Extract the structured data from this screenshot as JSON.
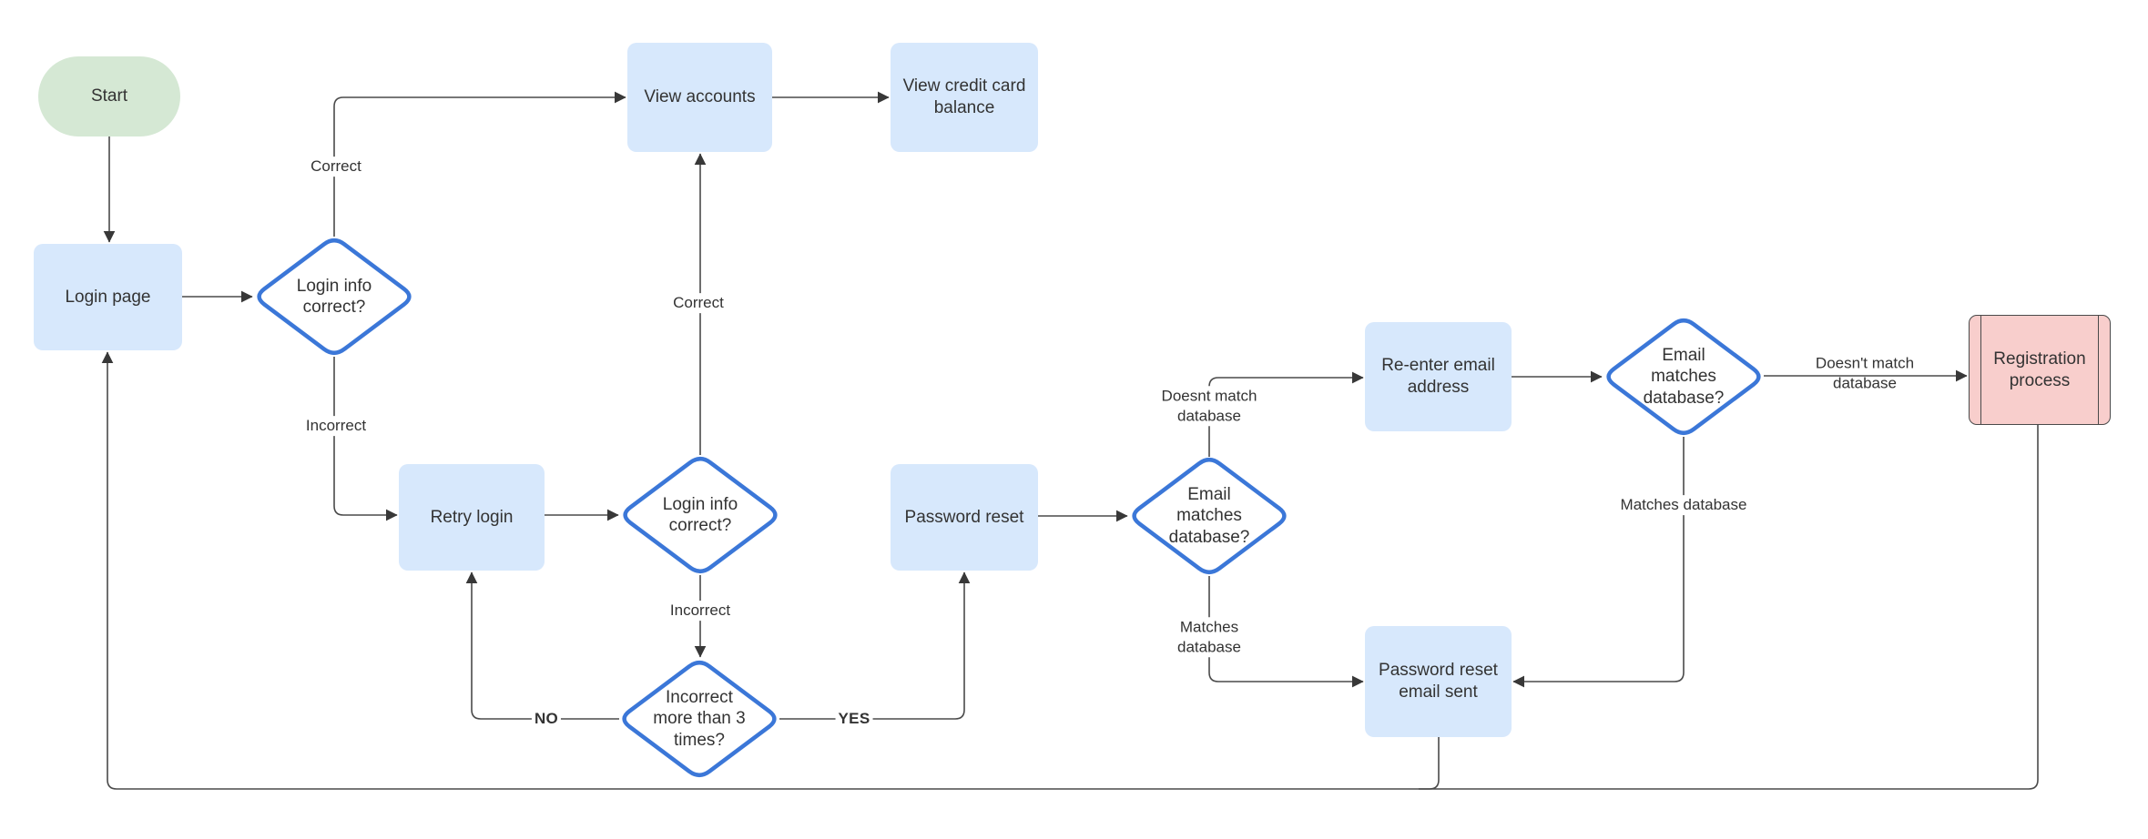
{
  "diagram": {
    "type": "flowchart",
    "colors": {
      "canvas_bg": "#ffffff",
      "process_fill": "#d7e8fc",
      "terminator_fill": "#d5e8d4",
      "predefined_fill": "#f8cecc",
      "predefined_border": "#4a4a4a",
      "decision_fill": "#ffffff",
      "decision_stroke": "#3b77d8",
      "connector": "#4a4a4a",
      "arrowhead": "#383838",
      "text": "#333333"
    },
    "nodes": {
      "start": "Start",
      "login_page": "Login page",
      "decision_login_info_1": "Login info correct?",
      "view_accounts": "View accounts",
      "view_credit_card_balance": "View credit card balance",
      "retry_login": "Retry login",
      "decision_login_info_2": "Login info correct?",
      "decision_incorrect_3_times": "Incorrect more than 3 times?",
      "password_reset": "Password reset",
      "decision_email_matches_1": "Email matches database?",
      "reenter_email_address": "Re-enter email address",
      "decision_email_matches_2": "Email matches database?",
      "registration_process": "Registration process",
      "password_reset_email_sent": "Password reset email sent"
    },
    "edge_labels": {
      "correct_1": "Correct",
      "incorrect_1": "Incorrect",
      "correct_2": "Correct",
      "incorrect_2": "Incorrect",
      "no": "NO",
      "yes": "YES",
      "doesnt_match_database_1": "Doesnt match database",
      "matches_database_1": "Matches database",
      "doesnt_match_database_2": "Doesn't match database",
      "matches_database_2": "Matches database"
    }
  }
}
